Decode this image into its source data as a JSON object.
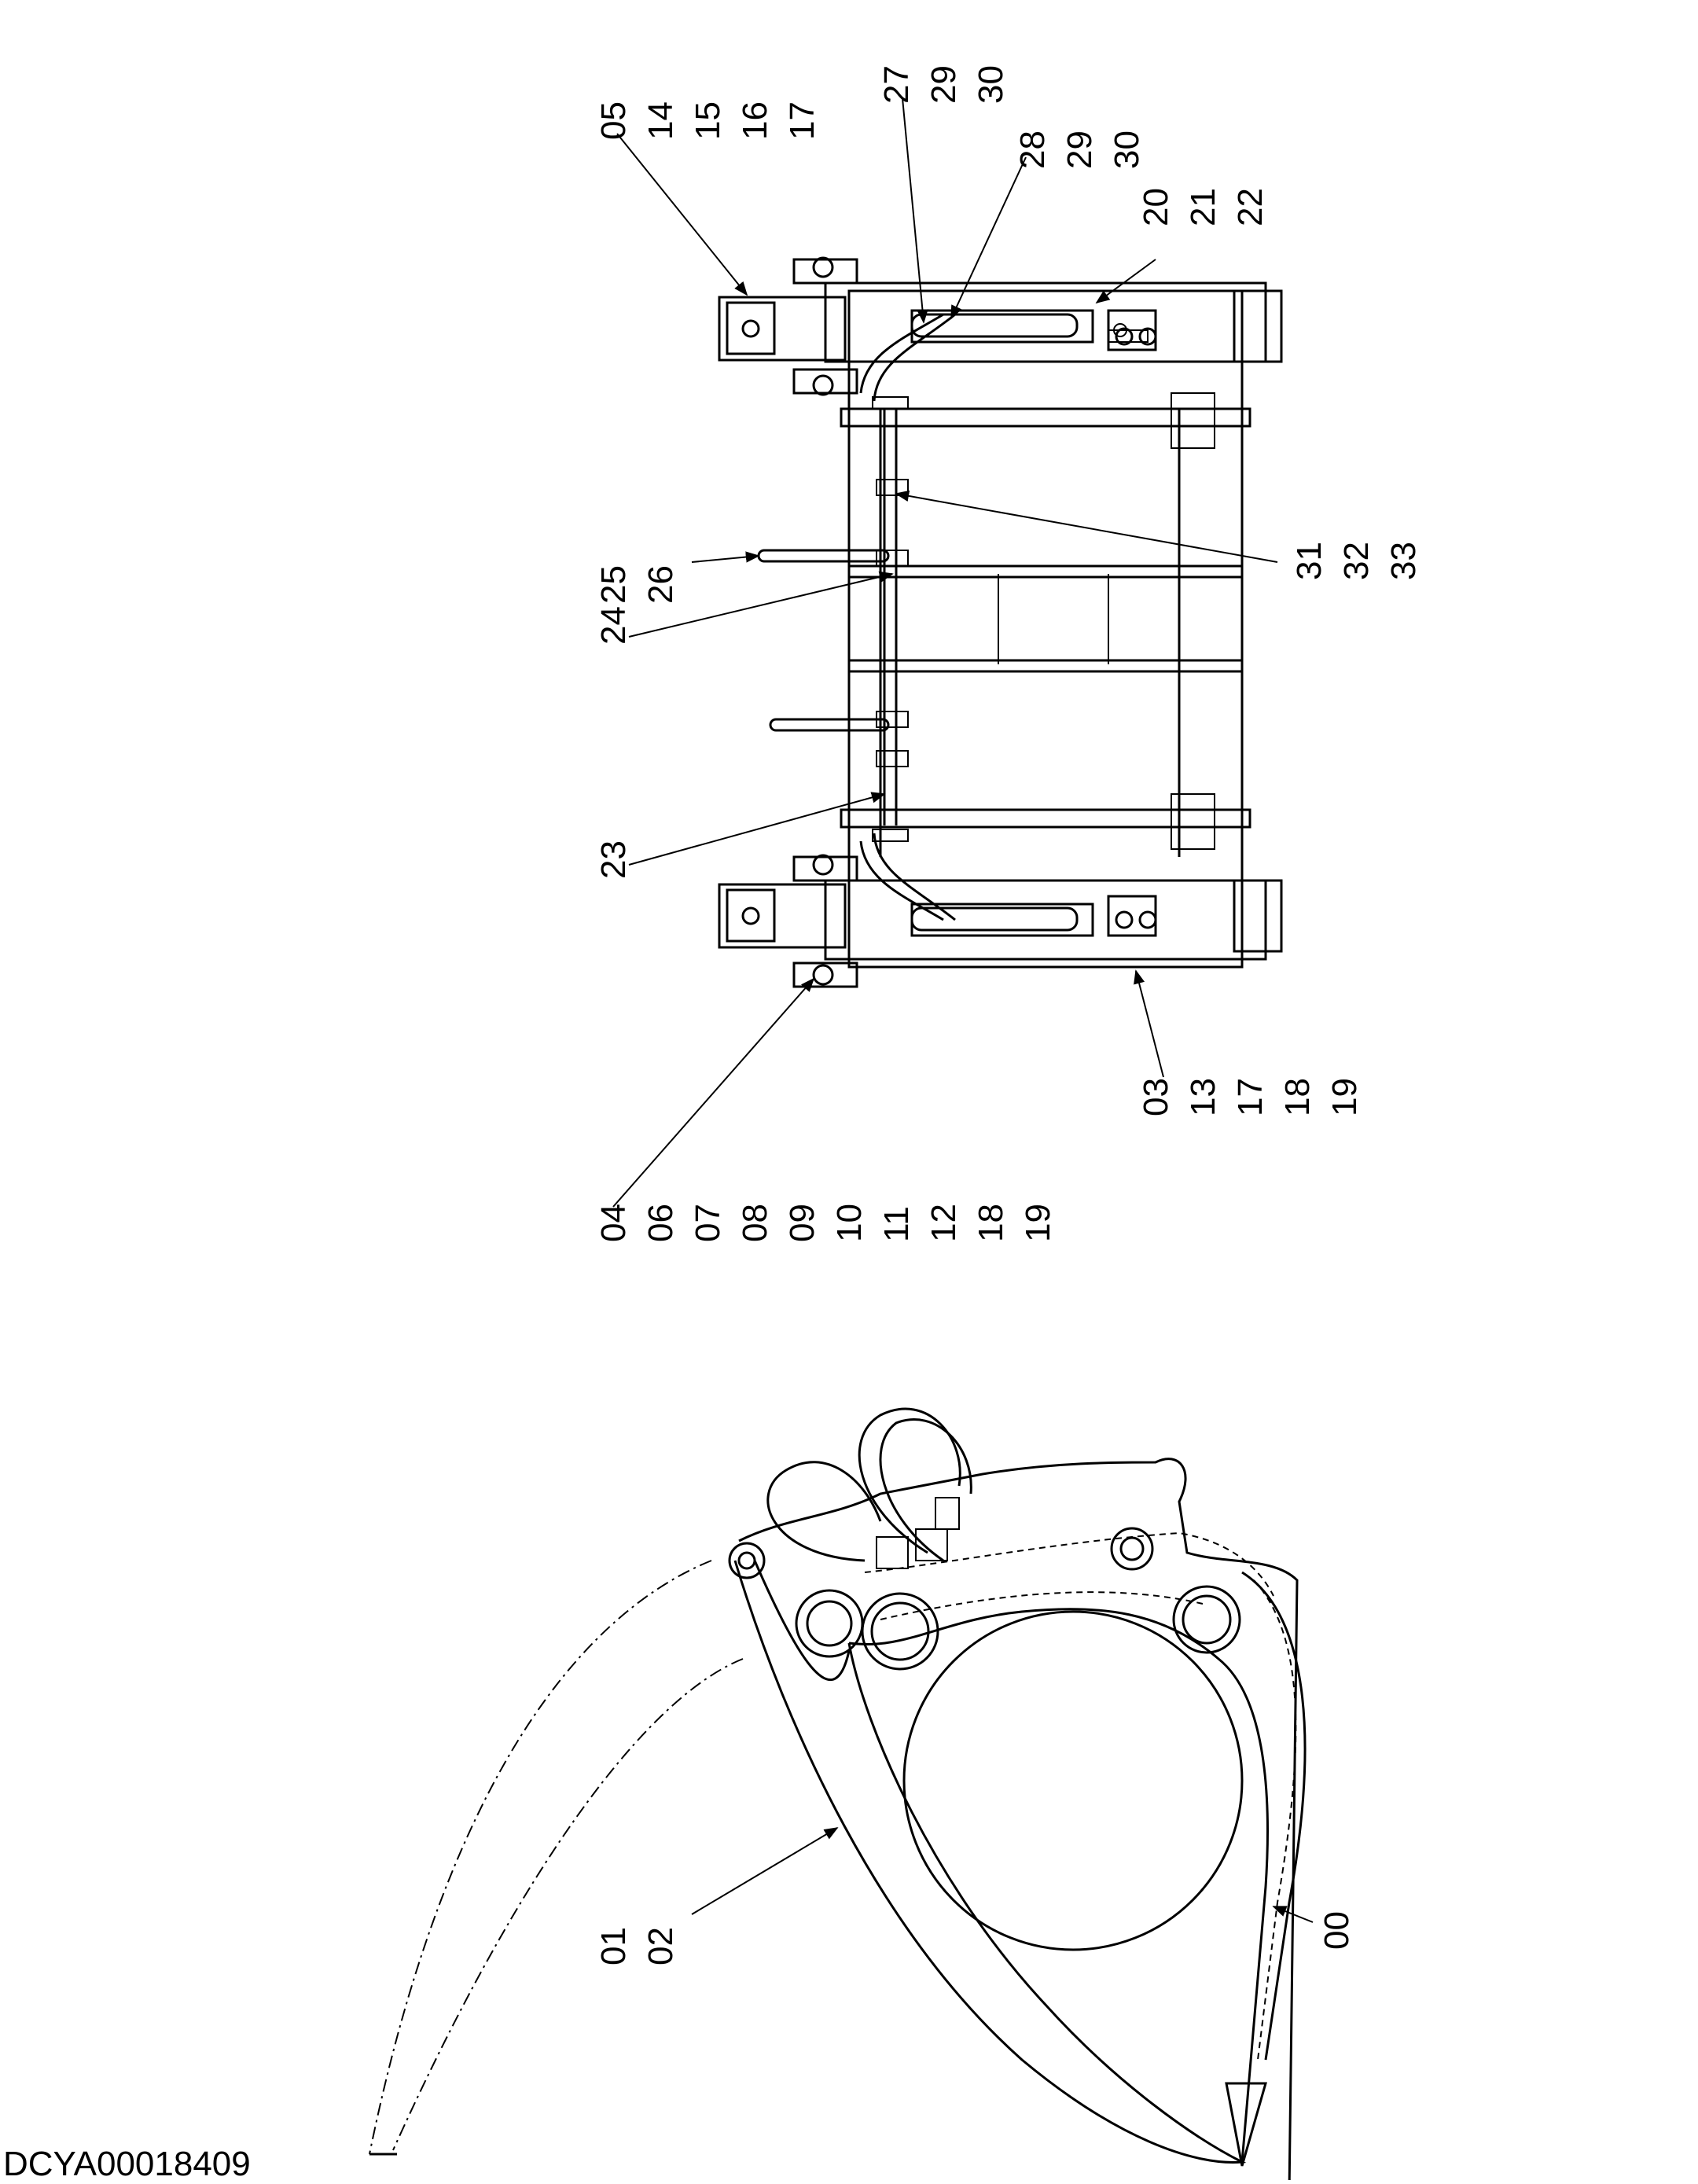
{
  "document_code": "DCYA00018409",
  "callouts": {
    "c05": [
      "05",
      "14",
      "15",
      "16",
      "17"
    ],
    "c27": [
      "27",
      "29",
      "30"
    ],
    "c28": [
      "28",
      "29",
      "30"
    ],
    "c20": [
      "20",
      "21",
      "22"
    ],
    "c25": [
      "25",
      "26"
    ],
    "c24": [
      "24"
    ],
    "c31": [
      "31",
      "32",
      "33"
    ],
    "c23": [
      "23"
    ],
    "c03": [
      "03",
      "13",
      "17",
      "18",
      "19"
    ],
    "c04": [
      "04",
      "06",
      "07",
      "08",
      "09",
      "10",
      "11",
      "12",
      "18",
      "19"
    ],
    "c01": [
      "01",
      "02"
    ],
    "c00": [
      "00"
    ]
  }
}
